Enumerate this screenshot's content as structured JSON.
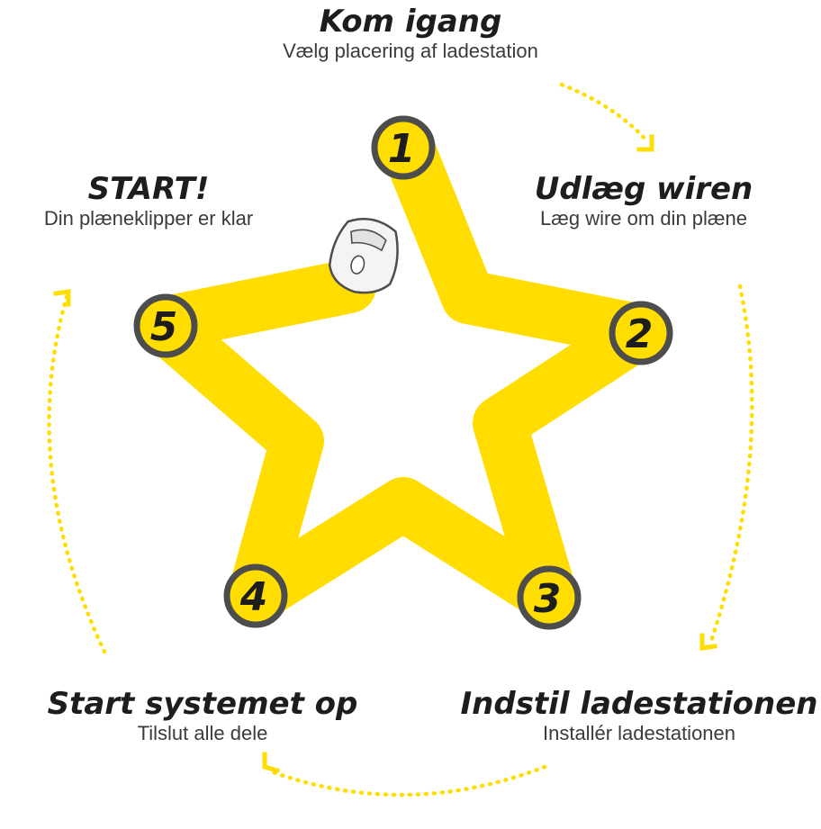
{
  "steps": [
    {
      "number": "1",
      "title": "Kom igang",
      "subtitle": "Vælg placering af ladestation"
    },
    {
      "number": "2",
      "title": "Udlæg wiren",
      "subtitle": "Læg wire om din plæne"
    },
    {
      "number": "3",
      "title": "Indstil ladestationen",
      "subtitle": "Installér ladestationen"
    },
    {
      "number": "4",
      "title": "Start systemet op",
      "subtitle": "Tilslut alle dele"
    },
    {
      "number": "5",
      "title": "START!",
      "subtitle": "Din plæneklipper er klar"
    }
  ],
  "colors": {
    "star_fill": "#ffdd00",
    "badge_fill": "#ffdd00",
    "badge_stroke": "#4d4d4d",
    "arrow_color": "#ffdd00",
    "text": "#1d1d1b"
  },
  "icons": {
    "mower": "robot-mower-icon",
    "arrow": "dotted-arrow-icon"
  }
}
